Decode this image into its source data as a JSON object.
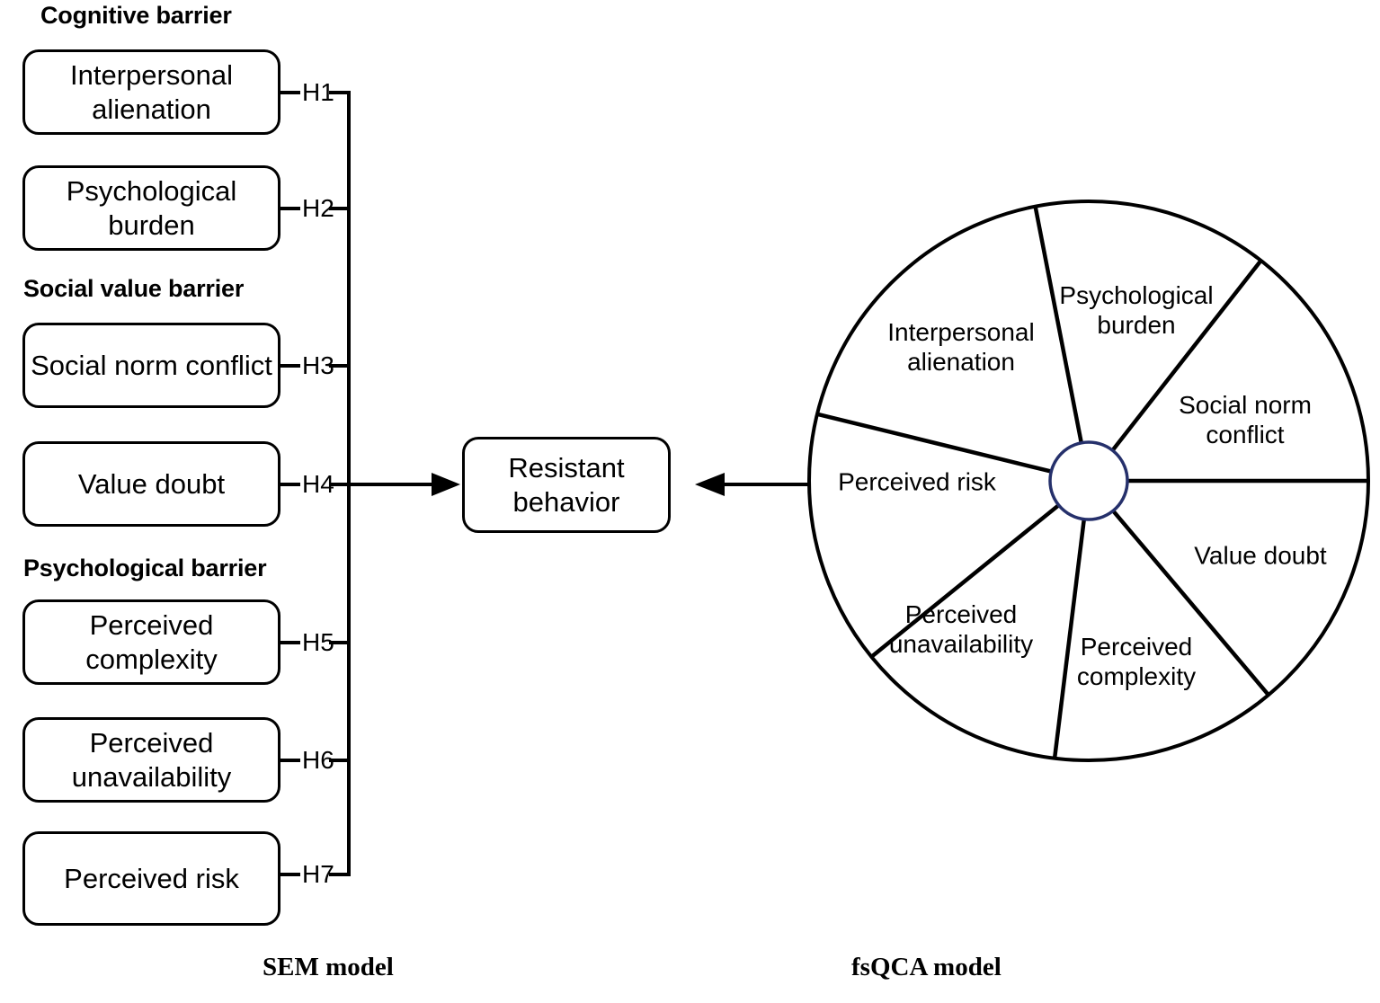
{
  "figure": {
    "title": "SEM and fsQCA model of resistance barriers",
    "stroke_color": "#000000",
    "hub_stroke_color": "#25306b",
    "background_color": "#ffffff"
  },
  "sem": {
    "caption": "SEM model",
    "outcome": {
      "label": "Resistant behavior"
    },
    "groups": [
      {
        "heading": "Cognitive barrier",
        "constructs": [
          {
            "label": "Interpersonal alienation",
            "hypothesis": "H1"
          },
          {
            "label": "Psychological burden",
            "hypothesis": "H2"
          }
        ]
      },
      {
        "heading": "Social value barrier",
        "constructs": [
          {
            "label": "Social norm conflict",
            "hypothesis": "H3"
          },
          {
            "label": "Value doubt",
            "hypothesis": "H4"
          }
        ]
      },
      {
        "heading": "Psychological barrier",
        "constructs": [
          {
            "label": "Perceived complexity",
            "hypothesis": "H5"
          },
          {
            "label": "Perceived unavailability",
            "hypothesis": "H6"
          },
          {
            "label": "Perceived risk",
            "hypothesis": "H7"
          }
        ]
      }
    ],
    "hypotheses": [
      "H1",
      "H2",
      "H3",
      "H4",
      "H5",
      "H6",
      "H7"
    ]
  },
  "fsqca": {
    "caption": "fsQCA model",
    "sectors": [
      {
        "label": "Psychological burden"
      },
      {
        "label": "Social norm conflict"
      },
      {
        "label": "Value doubt"
      },
      {
        "label": "Perceived complexity"
      },
      {
        "label": "Perceived unavailability"
      },
      {
        "label": "Perceived risk"
      },
      {
        "label": "Interpersonal alienation"
      }
    ]
  },
  "chart_data": {
    "type": "pie",
    "title": "fsQCA model",
    "categories": [
      "Psychological burden",
      "Social norm conflict",
      "Value doubt",
      "Perceived complexity",
      "Perceived unavailability",
      "Perceived risk",
      "Interpersonal alienation"
    ],
    "values": [
      49,
      52,
      50,
      47,
      44,
      53,
      65
    ],
    "unit": "degrees of arc",
    "legend": "none",
    "notes": "Seven unlabeled wheel sectors radiating from a central hub; slice sizes are approximately equal."
  }
}
